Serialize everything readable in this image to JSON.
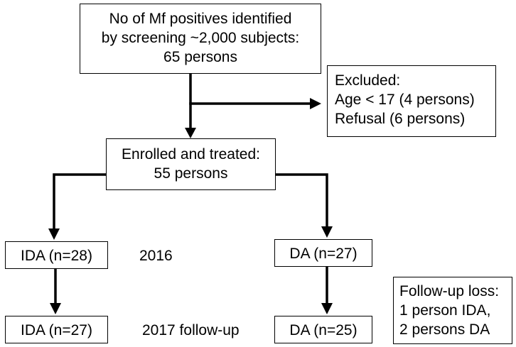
{
  "flowchart": {
    "screening": {
      "lines": [
        "No of Mf positives identified",
        "by screening ~2,000 subjects:",
        "65 persons"
      ]
    },
    "excluded": {
      "lines": [
        "Excluded:",
        "Age < 17 (4 persons)",
        "Refusal (6 persons)"
      ]
    },
    "enrolled": {
      "lines": [
        "Enrolled and treated:",
        "55 persons"
      ]
    },
    "ida_2016": {
      "label": "IDA (n=28)"
    },
    "da_2016": {
      "label": "DA (n=27)"
    },
    "ida_2017": {
      "label": "IDA (n=27)"
    },
    "da_2017": {
      "label": "DA (n=25)"
    },
    "follow_up_loss": {
      "lines": [
        "Follow-up loss:",
        "1 person IDA,",
        "2 persons DA"
      ]
    },
    "row_labels": {
      "year_2016": "2016",
      "year_2017": "2017 follow-up"
    }
  }
}
